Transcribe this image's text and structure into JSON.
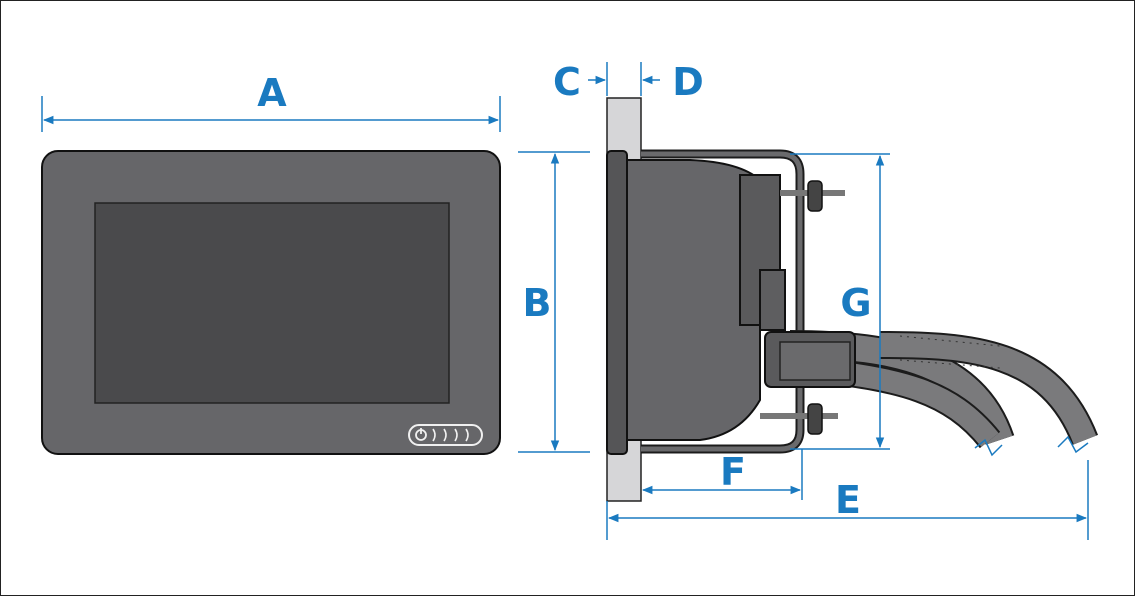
{
  "labels": {
    "A": "A",
    "B": "B",
    "C": "C",
    "D": "D",
    "E": "E",
    "F": "F",
    "G": "G"
  },
  "colors": {
    "dimension": "#1a7ac0",
    "bezel": "#666669",
    "screen": "#4a4a4c",
    "panel": "#d6d6d8",
    "cable": "#7a7a7c"
  },
  "icons": {
    "button_strip": "power-and-brightness-buttons-icon"
  }
}
